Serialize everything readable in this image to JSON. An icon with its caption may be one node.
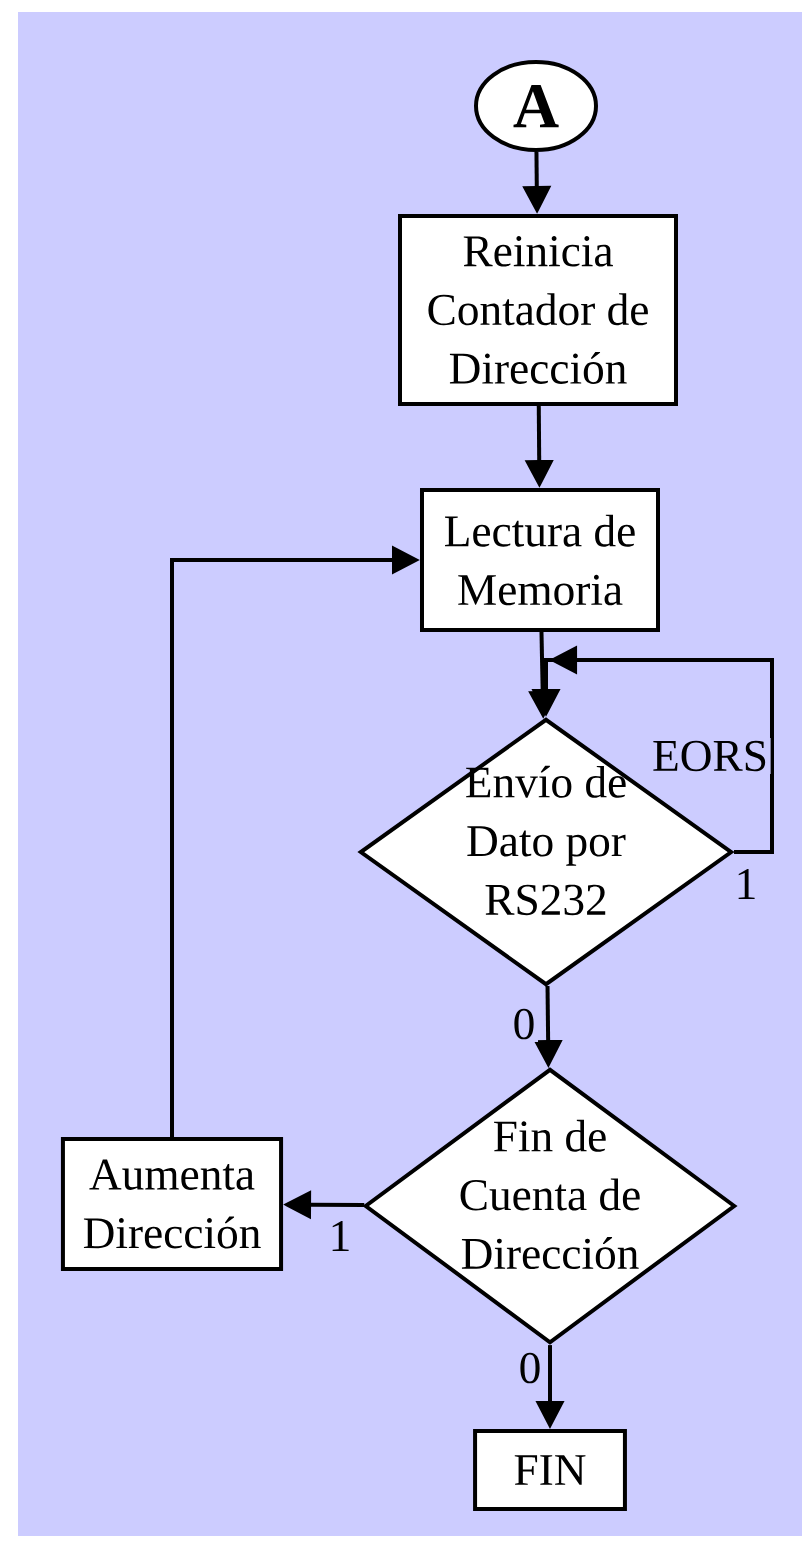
{
  "diagram": {
    "nodes": [
      {
        "text": [
          "A"
        ]
      },
      {
        "text": [
          "Reinicia Contador de Dirección"
        ]
      },
      {
        "text": [
          "Lectura de Memoria"
        ]
      },
      {
        "text": [
          "Envío de Dato por RS232"
        ]
      },
      {
        "text": [
          "Fin de Cuenta de Dirección"
        ]
      },
      {
        "text": [
          "Aumenta Dirección"
        ]
      },
      {
        "text": [
          "FIN"
        ]
      }
    ],
    "edges": [
      {
        "from": 0,
        "to": 1,
        "arrow": "to"
      },
      {
        "from": 1,
        "to": 2,
        "arrow": "to"
      },
      {
        "from": 2,
        "to": 3,
        "arrow": "to"
      },
      {
        "from": 3,
        "to": 3,
        "arrow": "to",
        "label": "1"
      },
      {
        "from": 3,
        "to": 4,
        "arrow": "to",
        "label": "0"
      },
      {
        "from": 4,
        "to": 5,
        "arrow": "to",
        "label": "1"
      },
      {
        "from": 4,
        "to": 6,
        "arrow": "to",
        "label": "0"
      },
      {
        "from": 5,
        "to": 2,
        "arrow": "to"
      }
    ],
    "labels": [
      "EORS"
    ]
  }
}
